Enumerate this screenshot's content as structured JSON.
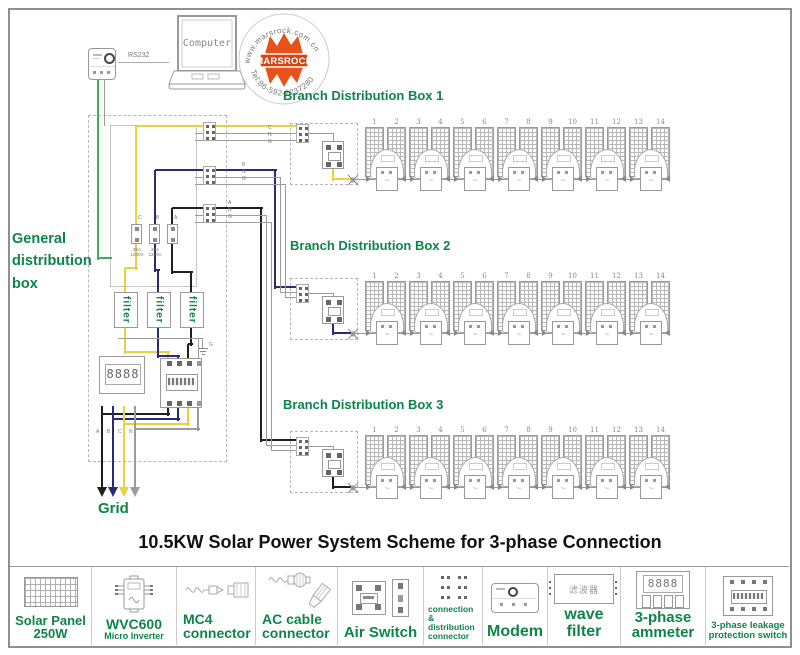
{
  "title": "10.5KW Solar Power System Scheme for 3-phase Connection",
  "logo": {
    "brand": "MARSROCK",
    "url_text": "www.marsrock.com.cn",
    "tel_text": "Tel:86-592-2237280",
    "orange": "#e8521a",
    "band_red": "#d8430f"
  },
  "computer": {
    "label": "Computer",
    "link_label": "RS232"
  },
  "general_box": {
    "label": "General distribution box",
    "breakers": [
      "C",
      "B",
      "A"
    ],
    "breaker_rating": "32A 1200V",
    "filter_label": "filter",
    "ammeter_display": "8888",
    "ground_label": "G"
  },
  "grid": {
    "label": "Grid",
    "phase_labels": [
      "A",
      "B",
      "C",
      "N"
    ]
  },
  "panel_numbers": [
    "1",
    "2",
    "3",
    "4",
    "5",
    "6",
    "7",
    "8",
    "9",
    "10",
    "11",
    "12",
    "13",
    "14"
  ],
  "branches": [
    {
      "label": "Branch Distribution Box 1",
      "feed_labels": [
        "C",
        "N",
        "G"
      ]
    },
    {
      "label": "Branch Distribution Box 2",
      "feed_labels": [
        "B",
        "N",
        "G"
      ]
    },
    {
      "label": "Branch Distribution Box 3",
      "feed_labels": [
        "A",
        "N",
        "G"
      ]
    }
  ],
  "colors": {
    "green_text": "#0d8549",
    "wire_yellow": "#e8d23e",
    "wire_navy": "#2b2b72",
    "wire_black": "#1f1f1f",
    "wire_gray": "#9c9c9c",
    "wire_green": "#3fae5a",
    "line_gray": "#aaaaaa"
  },
  "legend": [
    {
      "name": "solar-panel",
      "lines": [
        "Solar Panel",
        "250W"
      ]
    },
    {
      "name": "micro-inverter",
      "lines": [
        "WVC600",
        "Micro Inverter"
      ]
    },
    {
      "name": "mc4-connector",
      "lines": [
        "MC4",
        "connector"
      ]
    },
    {
      "name": "ac-cable-connector",
      "lines": [
        "AC cable",
        "connector"
      ]
    },
    {
      "name": "air-switch",
      "lines": [
        "Air Switch"
      ]
    },
    {
      "name": "connection-distribution-connector",
      "lines": [
        "connection &",
        "distribution",
        "connector"
      ]
    },
    {
      "name": "modem",
      "lines": [
        "Modem"
      ]
    },
    {
      "name": "wave-filter",
      "lines": [
        "wave filter"
      ],
      "icon_text": "滤波器"
    },
    {
      "name": "three-phase-ammeter",
      "lines": [
        "3-phase",
        "ammeter"
      ],
      "icon_text": "8888"
    },
    {
      "name": "leakage-protection-switch",
      "lines": [
        "3-phase leakage",
        "protection switch"
      ]
    }
  ]
}
